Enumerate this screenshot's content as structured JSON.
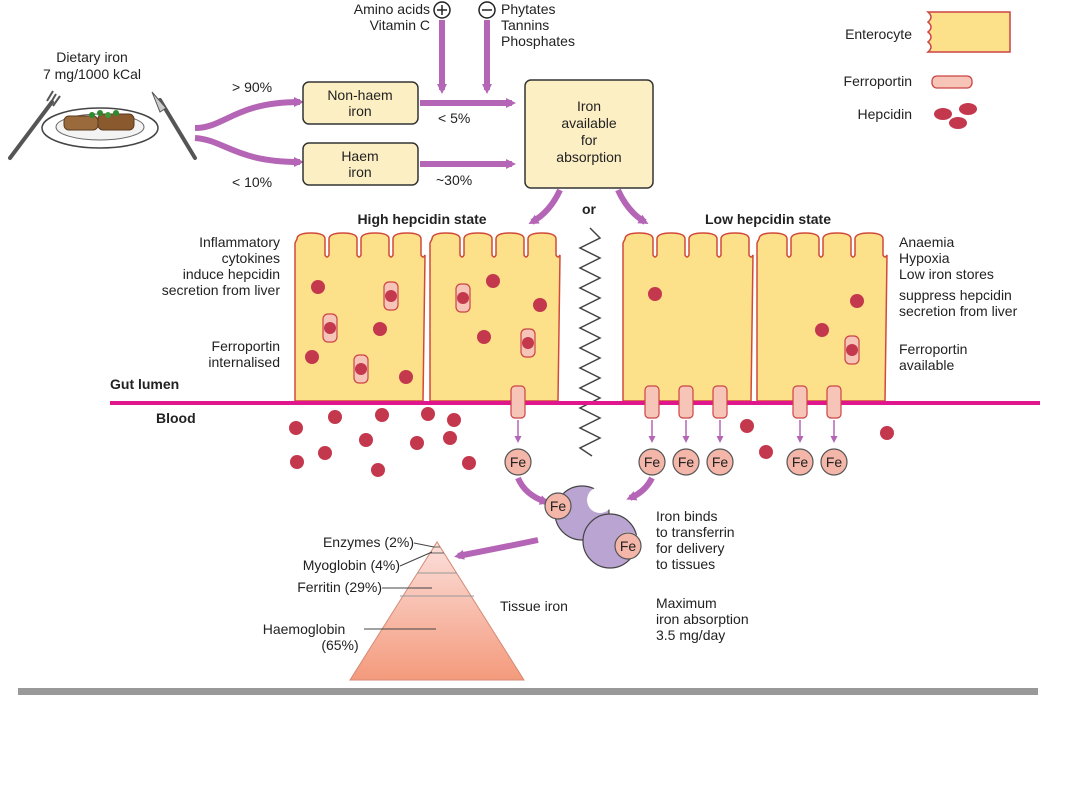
{
  "dietary": {
    "line1": "Dietary iron",
    "line2": "7 mg/1000 kCal"
  },
  "enhancers": {
    "line1": "Amino acids",
    "line2": "Vitamin C"
  },
  "inhibitors": {
    "line1": "Phytates",
    "line2": "Tannins",
    "line3": "Phosphates"
  },
  "paths": {
    "nonhaem_pct": "> 90%",
    "nonhaem_l1": "Non-haem",
    "nonhaem_l2": "iron",
    "nonhaem_abs": "< 5%",
    "haem_pct": "< 10%",
    "haem_l1": "Haem",
    "haem_l2": "iron",
    "haem_abs": "~30%"
  },
  "available": {
    "l1": "Iron",
    "l2": "available",
    "l3": "for",
    "l4": "absorption"
  },
  "legend": {
    "enterocyte": "Enterocyte",
    "ferroportin": "Ferroportin",
    "hepcidin": "Hepcidin"
  },
  "states": {
    "high": "High hepcidin state",
    "or": "or",
    "low": "Low hepcidin state"
  },
  "left_notes": {
    "cyt1": "Inflammatory",
    "cyt2": "cytokines",
    "cyt3": "induce hepcidin",
    "cyt4": "secretion from liver",
    "fp1": "Ferroportin",
    "fp2": "internalised"
  },
  "right_notes": {
    "a1": "Anaemia",
    "a2": "Hypoxia",
    "a3": "Low iron stores",
    "a4": "suppress hepcidin",
    "a5": "secretion from liver",
    "fp1": "Ferroportin",
    "fp2": "available"
  },
  "compartments": {
    "lumen": "Gut lumen",
    "blood": "Blood"
  },
  "fe": "Fe",
  "transferrin": {
    "l1": "Iron binds",
    "l2": "to transferrin",
    "l3": "for delivery",
    "l4": "to tissues"
  },
  "pyramid": {
    "enzymes": "Enzymes (2%)",
    "myoglobin": "Myoglobin (4%)",
    "ferritin": "Ferritin (29%)",
    "haemoglobin_l1": "Haemoglobin",
    "haemoglobin_l2": "(65%)",
    "tissue": "Tissue iron"
  },
  "max": {
    "l1": "Maximum",
    "l2": "iron absorption",
    "l3": "3.5 mg/day"
  },
  "colors": {
    "arrow": "#b565b5",
    "membrane": "#e0168c",
    "cell": "#fde08a",
    "hepcidin": "#c4384e",
    "ferroportin": "#f7c4b8"
  }
}
